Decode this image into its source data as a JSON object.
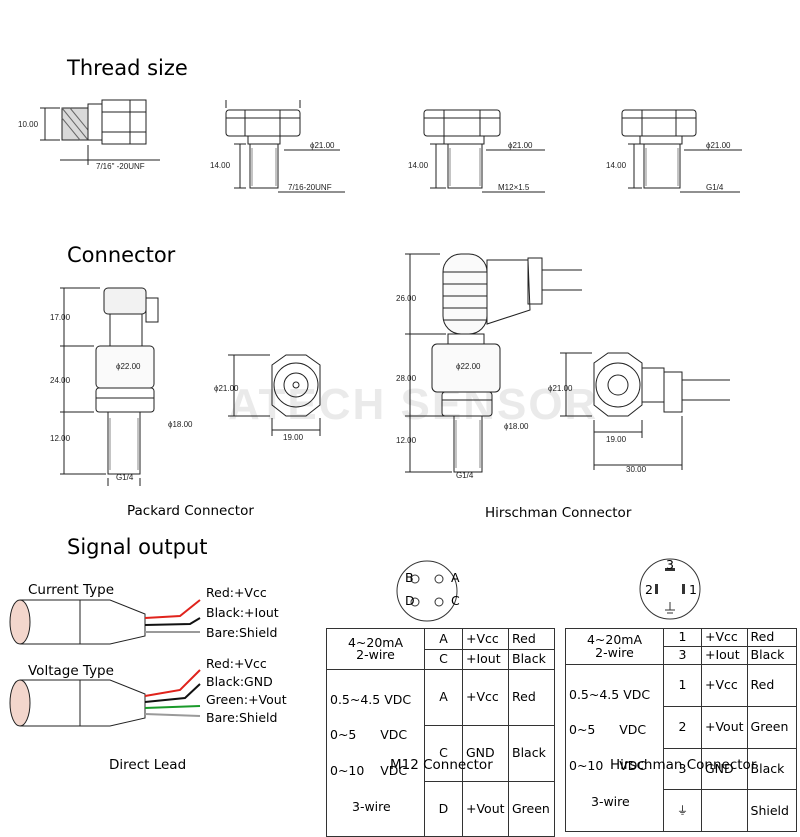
{
  "sections": {
    "thread_size": "Thread size",
    "connector": "Connector",
    "signal_output": "Signal output"
  },
  "watermark": "ATECH SENSOR",
  "thread": {
    "d1": {
      "height": "10.00",
      "thread": "7/16\" -20UNF"
    },
    "d2": {
      "height": "14.00",
      "dia": "ϕ21.00",
      "thread": "7/16-20UNF"
    },
    "d3": {
      "height": "14.00",
      "dia": "ϕ21.00",
      "thread": "M12×1.5"
    },
    "d4": {
      "height": "14.00",
      "dia": "ϕ21.00",
      "thread": "G1/4"
    }
  },
  "connector": {
    "packard": {
      "caption": "Packard Connector",
      "h_top": "17.00",
      "h_mid": "24.00",
      "h_bot": "12.00",
      "dia_body": "ϕ22.00",
      "dia_hex": "ϕ18.00",
      "thread": "G1/4",
      "top_dia": "ϕ21.00",
      "top_width": "19.00"
    },
    "hirschman": {
      "caption": "Hirschman Connector",
      "h_top": "26.00",
      "h_mid": "28.00",
      "h_bot": "12.00",
      "dia_body": "ϕ22.00",
      "dia_hex": "ϕ18.00",
      "thread": "G1/4",
      "top_dia": "ϕ21.00",
      "top_width": "19.00",
      "top_total": "30.00"
    }
  },
  "signal": {
    "current_type": "Current Type",
    "voltage_type": "Voltage Type",
    "current_wires": [
      "Red:+Vcc",
      "Black:+Iout",
      "Bare:Shield"
    ],
    "voltage_wires": [
      "Red:+Vcc",
      "Black:GND",
      "Green:+Vout",
      "Bare:Shield"
    ],
    "wire_colors": {
      "red": "#e0231c",
      "black": "#111111",
      "green": "#1a9a2a",
      "bare": "#9a9a9a"
    },
    "direct_caption": "Direct Lead",
    "m12_caption": "M12 Connector",
    "hirschman_caption": "Hirschman Connector",
    "m12_pins": {
      "b": "B",
      "a": "A",
      "d": "D",
      "c": "C"
    },
    "hir_pins": {
      "p3": "3",
      "p2": "2",
      "p1": "1"
    }
  },
  "m12_table": {
    "group1": {
      "line1": "4~20mA",
      "line2": "2-wire"
    },
    "group2": {
      "line1": "0.5~4.5 VDC",
      "line2": "0~5      VDC",
      "line3": "0~10    VDC",
      "line4": "3-wire"
    },
    "rows": [
      {
        "pin": "A",
        "signal": "+Vcc",
        "color": "Red"
      },
      {
        "pin": "C",
        "signal": "+Iout",
        "color": "Black"
      },
      {
        "pin": "A",
        "signal": "+Vcc",
        "color": "Red"
      },
      {
        "pin": "C",
        "signal": "GND",
        "color": "Black"
      },
      {
        "pin": "D",
        "signal": "+Vout",
        "color": "Green"
      }
    ]
  },
  "hir_table": {
    "group1": {
      "line1": "4~20mA",
      "line2": "2-wire"
    },
    "group2": {
      "line1": "0.5~4.5 VDC",
      "line2": "0~5      VDC",
      "line3": "0~10    VDC",
      "line4": "3-wire"
    },
    "rows": [
      {
        "pin": "1",
        "signal": "+Vcc",
        "color": "Red"
      },
      {
        "pin": "3",
        "signal": "+Iout",
        "color": "Black"
      },
      {
        "pin": "1",
        "signal": "+Vcc",
        "color": "Red"
      },
      {
        "pin": "2",
        "signal": "+Vout",
        "color": "Green"
      },
      {
        "pin": "3",
        "signal": "GND",
        "color": "Black"
      },
      {
        "pin": "⏚",
        "signal": "",
        "color": "Shield"
      }
    ]
  }
}
